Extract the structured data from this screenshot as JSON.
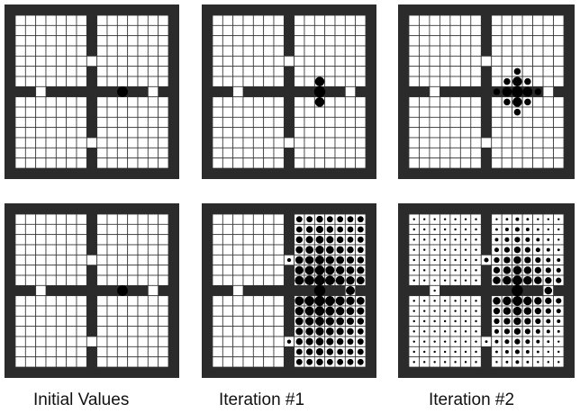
{
  "colors": {
    "wall": "#2b2b2b",
    "cell": "#ffffff",
    "line": "#333333",
    "dot": "#000000",
    "background": "#ffffff"
  },
  "grid": {
    "cols": 15,
    "rows": 15
  },
  "walls": {
    "vertical_wall_col": 7,
    "horizontal_wall_row": 7,
    "doorways": [
      {
        "row": 4,
        "col": 7
      },
      {
        "row": 12,
        "col": 7
      },
      {
        "row": 7,
        "col": 2
      },
      {
        "row": 7,
        "col": 13
      }
    ]
  },
  "panels": [
    {
      "id": "top-initial",
      "dots": [
        {
          "row": 7,
          "col": 10,
          "size": 0.95
        }
      ]
    },
    {
      "id": "top-iteration-1",
      "dots": [
        {
          "row": 6,
          "col": 10,
          "size": 0.85
        },
        {
          "row": 7,
          "col": 10,
          "size": 1.0
        },
        {
          "row": 8,
          "col": 10,
          "size": 0.85
        }
      ]
    },
    {
      "id": "top-iteration-2",
      "dots": [
        {
          "row": 5,
          "col": 10,
          "size": 0.6
        },
        {
          "row": 6,
          "col": 9,
          "size": 0.6
        },
        {
          "row": 6,
          "col": 10,
          "size": 0.85
        },
        {
          "row": 6,
          "col": 11,
          "size": 0.6
        },
        {
          "row": 7,
          "col": 8,
          "size": 0.6
        },
        {
          "row": 7,
          "col": 9,
          "size": 0.85
        },
        {
          "row": 7,
          "col": 10,
          "size": 1.0
        },
        {
          "row": 7,
          "col": 11,
          "size": 0.85
        },
        {
          "row": 7,
          "col": 12,
          "size": 0.6
        },
        {
          "row": 8,
          "col": 9,
          "size": 0.6
        },
        {
          "row": 8,
          "col": 10,
          "size": 0.85
        },
        {
          "row": 8,
          "col": 11,
          "size": 0.6
        },
        {
          "row": 9,
          "col": 10,
          "size": 0.6
        }
      ]
    },
    {
      "id": "bottom-initial",
      "dots": [
        {
          "row": 7,
          "col": 10,
          "size": 0.95
        }
      ]
    },
    {
      "id": "bottom-iteration-1",
      "fill_region": {
        "col_min": 8,
        "col_max": 14,
        "base": 0.55,
        "peak": 0.95,
        "falloff": 0.05
      },
      "extra_dots": [
        {
          "row": 4,
          "col": 7,
          "size": 0.35
        },
        {
          "row": 12,
          "col": 7,
          "size": 0.35
        },
        {
          "row": 7,
          "col": 10,
          "size": 1.0
        }
      ]
    },
    {
      "id": "bottom-iteration-2",
      "fill_all": {
        "near": 0.95,
        "far": 0.15,
        "falloff": 0.09
      },
      "extra_dots": [
        {
          "row": 7,
          "col": 10,
          "size": 1.0
        }
      ]
    }
  ],
  "captions": {
    "initial": "Initial Values",
    "iteration1": "Iteration #1",
    "iteration2": "Iteration #2"
  }
}
